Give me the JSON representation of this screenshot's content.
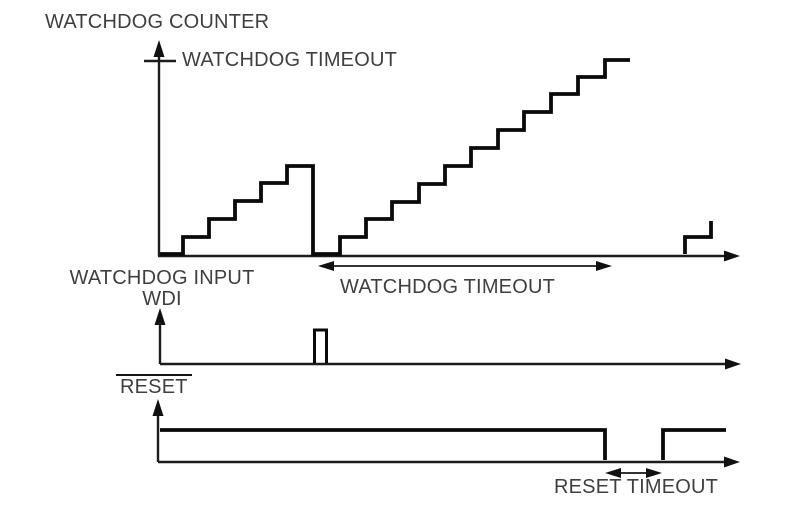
{
  "figure": {
    "background_color": "#ffffff",
    "line_color": "#0a0a0a",
    "text_color": "#3f3f3f",
    "counter_section": {
      "axis_label": "WATCHDOG COUNTER",
      "timeout_level_label": "WATCHDOG TIMEOUT",
      "timeout_span_label": "WATCHDOG TIMEOUT",
      "first_ramp_steps": 5,
      "second_ramp_steps": 11,
      "restart_ramp_steps": 2
    },
    "wdi_section": {
      "label_line1": "WATCHDOG INPUT",
      "label_line2": "WDI",
      "pulse_count": 1
    },
    "reset_section": {
      "label": "RESET",
      "active_low_overline": true,
      "timeout_span_label": "RESET TIMEOUT"
    }
  }
}
